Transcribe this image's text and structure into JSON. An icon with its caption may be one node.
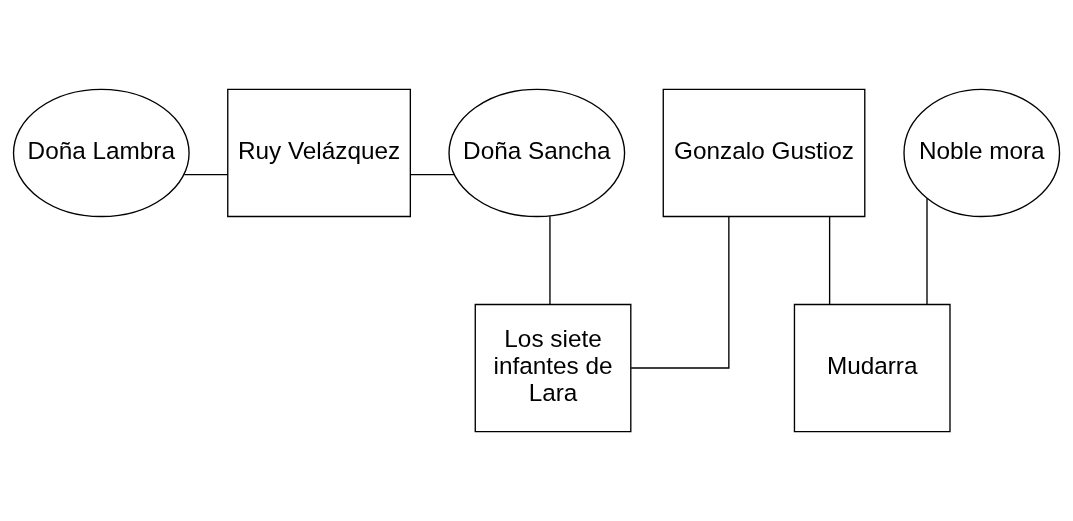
{
  "diagram": {
    "nodes": [
      {
        "text": [
          "Doña Lambra"
        ]
      },
      {
        "text": [
          "Ruy Velázquez"
        ]
      },
      {
        "text": [
          "Doña Sancha"
        ]
      },
      {
        "text": [
          "Gonzalo Gustioz"
        ]
      },
      {
        "text": [
          "Noble mora"
        ]
      },
      {
        "text": [
          "Los siete infantes de Lara"
        ]
      },
      {
        "text": [
          "Mudarra"
        ]
      }
    ],
    "edges": [
      {
        "from": 0,
        "to": 1,
        "arrow": "none"
      },
      {
        "from": 1,
        "to": 2,
        "arrow": "none"
      },
      {
        "from": 2,
        "to": 5,
        "arrow": "none"
      },
      {
        "from": 3,
        "to": 5,
        "arrow": "none"
      },
      {
        "from": 3,
        "to": 6,
        "arrow": "none"
      },
      {
        "from": 4,
        "to": 6,
        "arrow": "none"
      }
    ]
  }
}
